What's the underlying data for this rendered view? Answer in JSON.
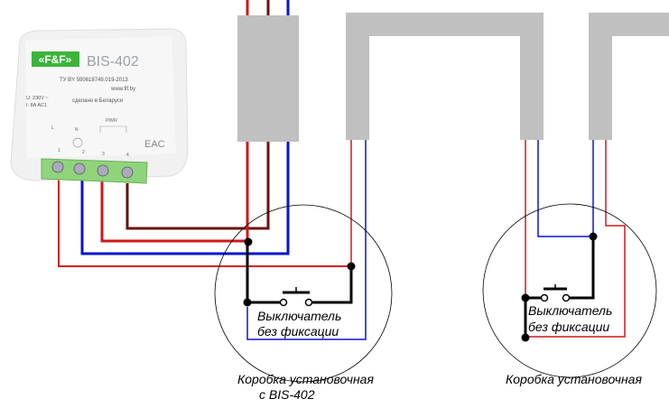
{
  "device": {
    "brand": "«F&F»",
    "model": "BIS-402",
    "spec_code": "ТУ BY 590618749.019-2013",
    "website": "www.fif.by",
    "made_in": "сделано в Беларуси",
    "rating_voltage": "U: 230V ~",
    "rating_current": "I: 8A AC1",
    "pwr_label": "PWR",
    "terminal_labels": [
      "L",
      "N",
      "1",
      "2",
      "3",
      "4"
    ],
    "cert_mark": "EAC"
  },
  "boxes": [
    {
      "switch_label_1": "Выключатель",
      "switch_label_2": "без фиксации",
      "caption_1": "Коробка установочная",
      "caption_2": "с BIS-402"
    },
    {
      "switch_label_1": "Выключатель",
      "switch_label_2": "без фиксации",
      "caption_1": "Коробка установочная"
    }
  ],
  "colors": {
    "phase": "#d01818",
    "neutral": "#0a14d0",
    "load": "#6b1010",
    "switch_wire": "#000000",
    "conduit": "#c0c0c0",
    "terminal_block": "#8fd47a"
  }
}
